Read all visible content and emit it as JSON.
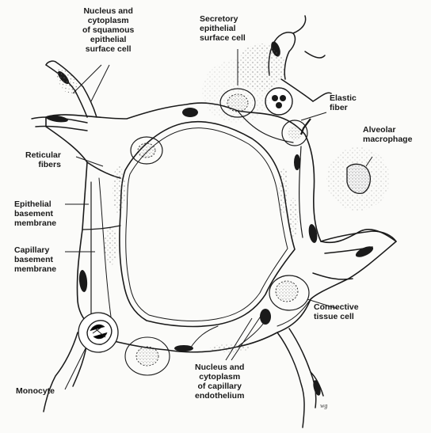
{
  "figure": {
    "labels": {
      "squamous_cell": "Nucleus and\ncytoplasm\nof squamous\nepithelial\nsurface cell",
      "secretory_cell": "Secretory\nepithelial\nsurface cell",
      "elastic_fiber": "Elastic\nfiber",
      "alveolar_macrophage": "Alveolar\nmacrophage",
      "reticular_fibers": "Reticular\nfibers",
      "epithelial_basement": "Epithelial\nbasement\nmembrane",
      "capillary_basement": "Capillary\nbasement\nmembrane",
      "connective_tissue_cell": "Connective\ntissue cell",
      "monocyte": "Monocyte",
      "capillary_endothelium": "Nucleus and\ncytoplasm\nof capillary\nendothelium"
    },
    "artist_signature": "wg"
  },
  "colors": {
    "ink": "#1a1a1a",
    "paper": "#fbfbf9",
    "stipple": "#666666"
  }
}
